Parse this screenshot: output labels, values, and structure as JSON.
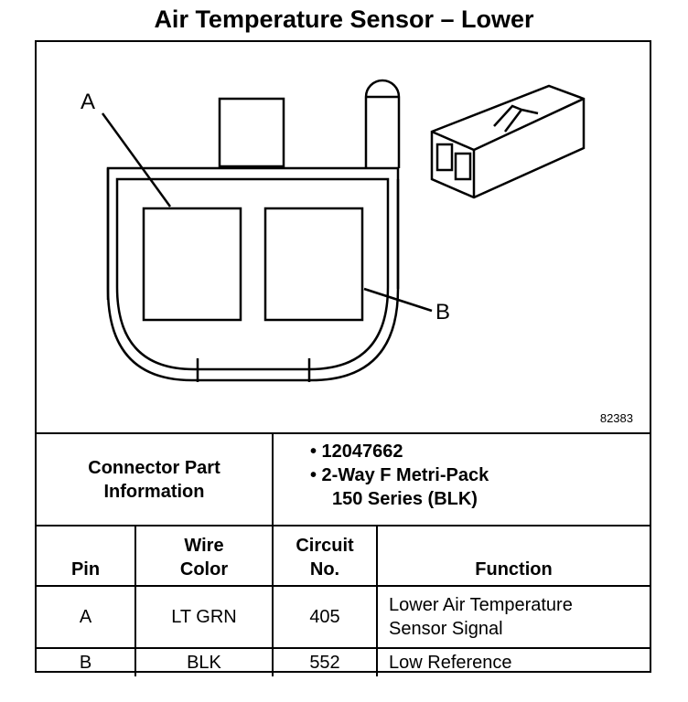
{
  "title": "Air Temperature Sensor – Lower",
  "figure_id": "82383",
  "callouts": {
    "a": "A",
    "b": "B"
  },
  "connector_part_info": {
    "label_line1": "Connector Part",
    "label_line2": "Information",
    "part_number": "•  12047662",
    "type_line1": "•  2-Way F Metri-Pack",
    "type_line2": "150 Series (BLK)"
  },
  "table": {
    "headers": {
      "pin": "Pin",
      "wire_color_1": "Wire",
      "wire_color_2": "Color",
      "circuit_1": "Circuit",
      "circuit_2": "No.",
      "function": "Function"
    },
    "rows": [
      {
        "pin": "A",
        "wire_color": "LT GRN",
        "circuit": "405",
        "function_1": "Lower Air Temperature",
        "function_2": "Sensor Signal"
      },
      {
        "pin": "B",
        "wire_color": "BLK",
        "circuit": "552",
        "function_1": "Low Reference",
        "function_2": ""
      }
    ]
  }
}
